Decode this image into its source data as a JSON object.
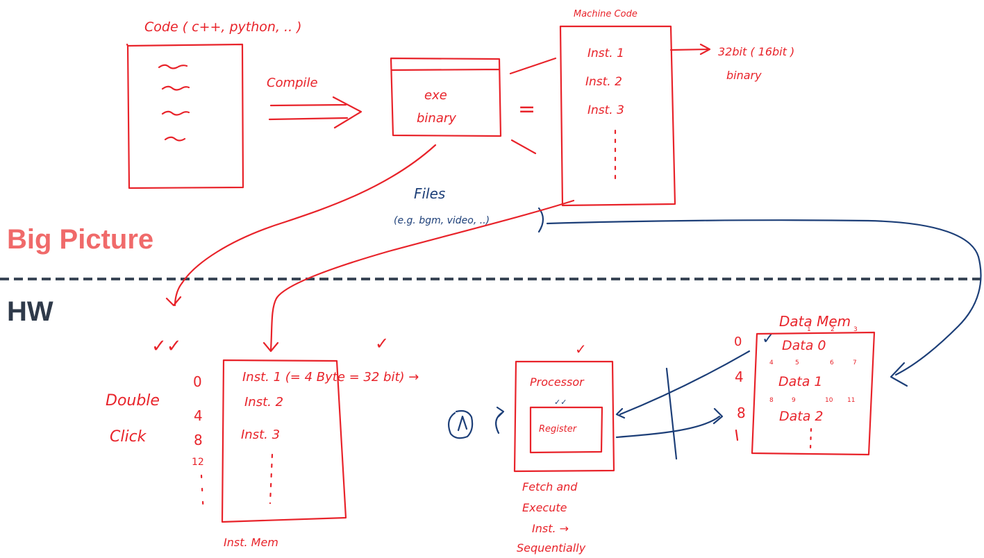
{
  "sections": {
    "big_picture": "Big Picture",
    "hw": "HW"
  },
  "colors": {
    "big_picture": "#f06a6a",
    "hw": "#2f3a4a",
    "divider": "#3a4656",
    "ink_red": "#e8232a",
    "ink_blue": "#1d3f78"
  },
  "top": {
    "code_title": "Code ( c++, python, .. )",
    "compile": "Compile",
    "exe_line1": "exe",
    "exe_line2": "binary",
    "equals": "=",
    "machine_code_title": "Machine Code",
    "machine_insts": [
      "Inst. 1",
      "Inst. 2",
      "Inst. 3"
    ],
    "bit_note_line1": "32bit ( 16bit )",
    "bit_note_line2": "binary",
    "files": "Files",
    "files_example": "(e.g. bgm, video, ..)"
  },
  "bottom": {
    "double_click_line1": "Double",
    "double_click_line2": "Click",
    "inst_mem_addrs": [
      "0",
      "4",
      "8",
      "12"
    ],
    "inst_mem_items": [
      "Inst. 1 (= 4 Byte = 32 bit) →",
      "Inst. 2",
      "Inst. 3"
    ],
    "inst_mem_label": "Inst. Mem",
    "processor": "Processor",
    "register": "Register",
    "fetch_lines": [
      "Fetch and",
      "Execute",
      "Inst. →",
      "Sequentially"
    ],
    "data_mem_title": "Data Mem",
    "data_mem_addrs": [
      "0",
      "4",
      "8"
    ],
    "data_items": [
      "Data 0",
      "Data 1",
      "Data 2"
    ],
    "data_byte_row0": [
      "1",
      "2",
      "3"
    ],
    "data_byte_row1": [
      "4",
      "5",
      "6",
      "7"
    ],
    "data_byte_row2": [
      "8",
      "9",
      "10",
      "11"
    ],
    "checkmark": "✓",
    "double_check": "✓✓"
  }
}
